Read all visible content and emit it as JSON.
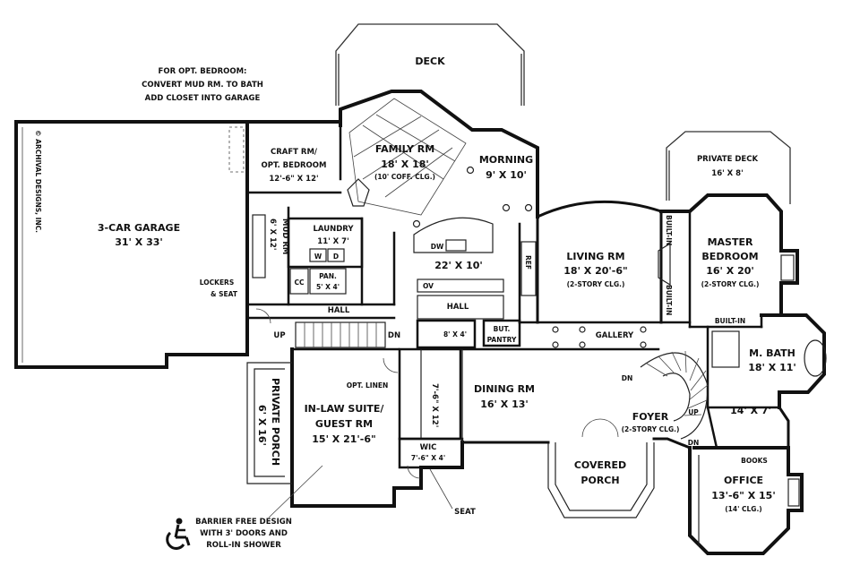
{
  "deck": "DECK",
  "note_opt_bedroom": [
    "FOR OPT. BEDROOM:",
    "CONVERT MUD RM. TO BATH",
    "ADD CLOSET INTO GARAGE"
  ],
  "copyright": "© ARCHIVAL DESIGNS, INC.",
  "garage": {
    "name": "3-CAR GARAGE",
    "dims": "31' X 33'"
  },
  "craft": {
    "name": "CRAFT RM/",
    "alt": "OPT. BEDROOM",
    "dims": "12'-6\" X 12'"
  },
  "family": {
    "name": "FAMILY RM",
    "dims": "18' X 18'",
    "note": "(10' COFF. CLG.)"
  },
  "morning": {
    "name": "MORNING",
    "dims": "9' X 10'"
  },
  "private_deck": {
    "name": "PRIVATE DECK",
    "dims": "16' X 8'"
  },
  "laundry": {
    "name": "LAUNDRY",
    "dims": "11' X 7'"
  },
  "mud": {
    "name": "MUD RM",
    "dims": "6' X 12'"
  },
  "w": "W",
  "d": "D",
  "cc": "CC",
  "pan": {
    "name": "PAN.",
    "dims": "5' X 4'"
  },
  "lockers": [
    "LOCKERS",
    "& SEAT"
  ],
  "kitchen": {
    "dims": "22' X 10'"
  },
  "dw": "DW",
  "ov": "OV",
  "ref": "REF",
  "living": {
    "name": "LIVING RM",
    "dims": "18' X 20'-6\"",
    "note": "(2-STORY CLG.)"
  },
  "built_in_a": "BUILT-IN",
  "built_in_b": "BUILT-IN",
  "built_in_c": "BUILT-IN",
  "master": {
    "name": "MASTER",
    "name2": "BEDROOM",
    "dims": "16' X 20'",
    "note": "(2-STORY CLG.)"
  },
  "hall_a": "HALL",
  "hall_b": "HALL",
  "up_a": "UP",
  "dn_a": "DN",
  "bath_small": {
    "dims": "8' X 4'"
  },
  "but_pantry": [
    "BUT.",
    "PANTRY"
  ],
  "gallery": "GALLERY",
  "mbath": {
    "name": "M. BATH",
    "dims": "18' X 11'"
  },
  "private_porch": {
    "name": "PRIVATE PORCH",
    "dims": "6' X 16'"
  },
  "opt_linen": "OPT. LINEN",
  "bath_suite": {
    "dims": "7'-6\" X 12'"
  },
  "suite": {
    "name": "IN-LAW SUITE/",
    "name2": "GUEST RM",
    "dims": "15' X 21'-6\""
  },
  "wic": {
    "name": "WIC",
    "dims": "7'-6\" X 4'"
  },
  "dining": {
    "name": "DINING RM",
    "dims": "16' X 13'"
  },
  "dn_b": "DN",
  "foyer": {
    "name": "FOYER",
    "note": "(2-STORY CLG.)"
  },
  "up_b": "UP",
  "dn_c": "DN",
  "closet": {
    "dims": "14' X 7'"
  },
  "books": "BOOKS",
  "office": {
    "name": "OFFICE",
    "dims": "13'-6\" X 15'",
    "note": "(14' CLG.)"
  },
  "covered_porch": {
    "name": "COVERED",
    "name2": "PORCH"
  },
  "seat": "SEAT",
  "barrier_note": [
    "BARRIER FREE DESIGN",
    "WITH 3' DOORS AND",
    "ROLL-IN SHOWER"
  ],
  "icons": {
    "accessibility": "wheelchair-icon"
  },
  "colors": {
    "ink": "#111111",
    "paper": "#ffffff"
  }
}
